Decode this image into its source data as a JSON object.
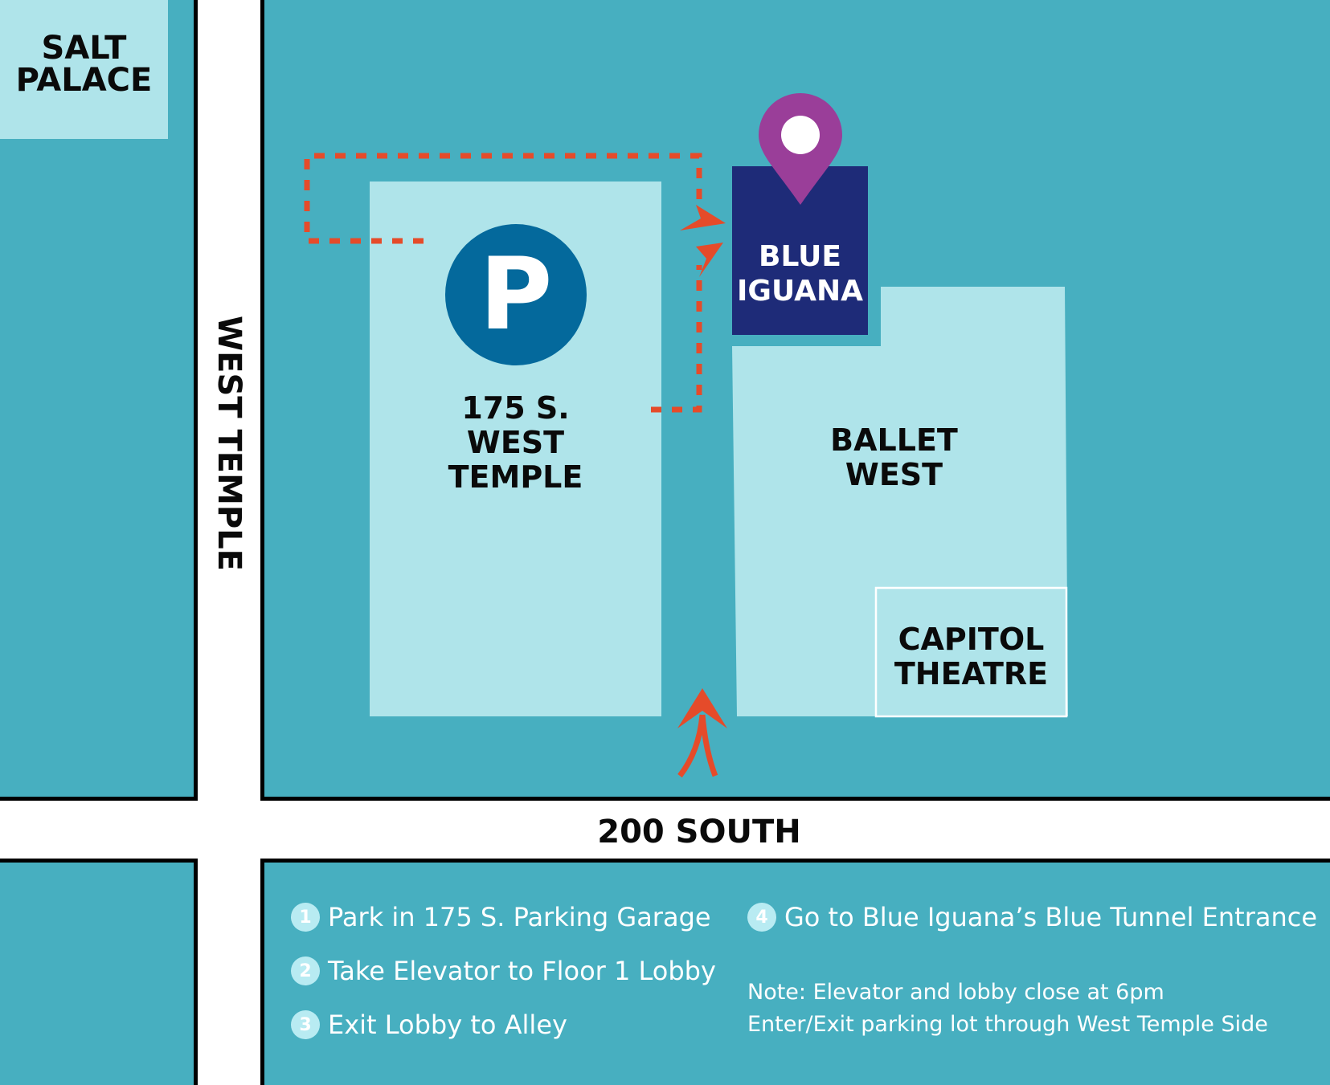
{
  "labels": {
    "salt_palace": "SALT\nPALACE",
    "parking_symbol": "P",
    "parking_address": "175 S.\nWEST\nTEMPLE",
    "blue_iguana": "BLUE\nIGUANA",
    "ballet_west": "BALLET\nWEST",
    "capitol_theatre": "CAPITOL\nTHEATRE"
  },
  "streets": {
    "west_temple": "WEST TEMPLE",
    "south_200": "200 SOUTH"
  },
  "steps": [
    {
      "num": "1",
      "text": "Park in 175 S. Parking Garage"
    },
    {
      "num": "2",
      "text": "Take Elevator to Floor 1 Lobby"
    },
    {
      "num": "3",
      "text": "Exit Lobby to Alley"
    },
    {
      "num": "4",
      "text": "Go to Blue Iguana’s Blue Tunnel Entrance"
    }
  ],
  "notes": {
    "line1": "Note: Elevator and lobby close at 6pm",
    "line2": "Enter/Exit parking lot through West Temple Side"
  },
  "colors": {
    "block": "#47afc0",
    "building": "#afe4ea",
    "parking_circle": "#04699c",
    "blue_iguana": "#1e2b78",
    "pin": "#9a3e99",
    "route": "#e54b2a",
    "street": "#ffffff",
    "step_badge": "#b8ebf2"
  },
  "icons": {
    "pin": "map-pin-icon",
    "parking": "parking-icon",
    "arrow": "arrow-up-icon"
  }
}
